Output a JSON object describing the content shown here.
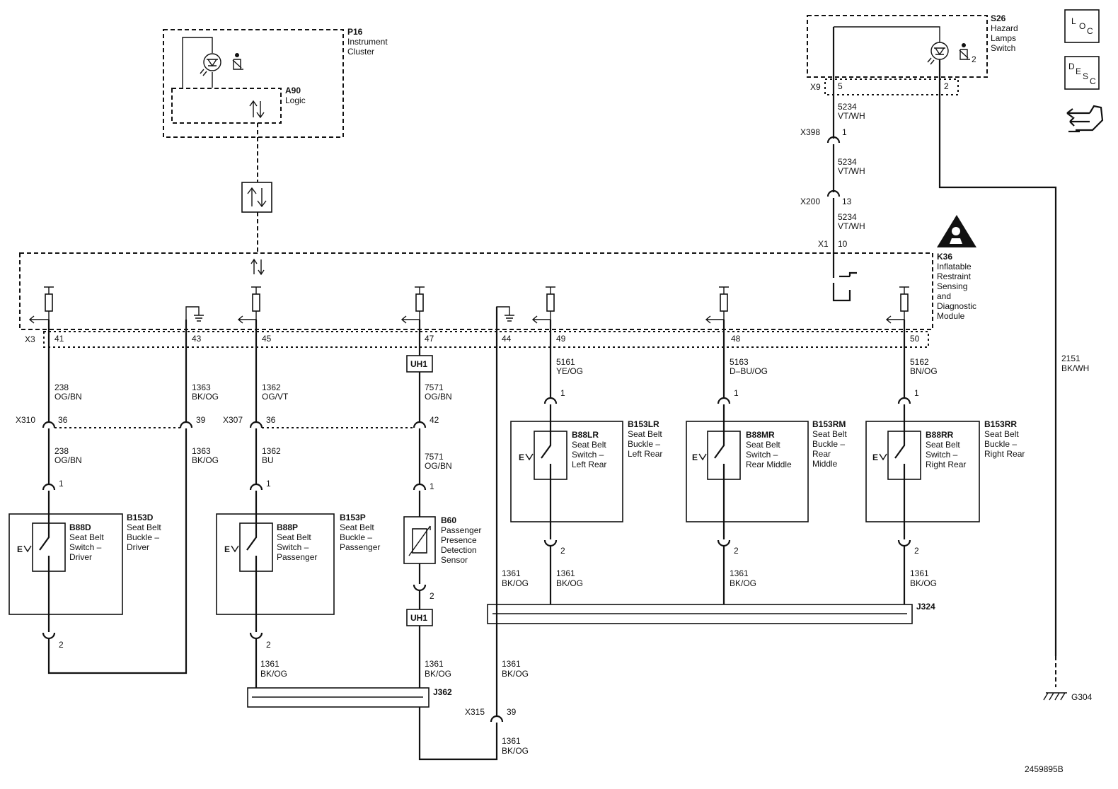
{
  "components": {
    "p16": {
      "id": "P16",
      "name_lines": [
        "Instrument",
        "Cluster"
      ]
    },
    "a90": {
      "id": "A90",
      "name_lines": [
        "Logic"
      ]
    },
    "s26": {
      "id": "S26",
      "name_lines": [
        "Hazard",
        "Lamps",
        "Switch"
      ]
    },
    "k36": {
      "id": "K36",
      "name_lines": [
        "Inflatable",
        "Restraint",
        "Sensing",
        "and",
        "Diagnostic",
        "Module"
      ]
    },
    "b153d": {
      "id": "B153D",
      "name_lines": [
        "Seat Belt",
        "Buckle –",
        "Driver"
      ]
    },
    "b88d": {
      "id": "B88D",
      "name_lines": [
        "Seat Belt",
        "Switch –",
        "Driver"
      ]
    },
    "b153p": {
      "id": "B153P",
      "name_lines": [
        "Seat Belt",
        "Buckle –",
        "Passenger"
      ]
    },
    "b88p": {
      "id": "B88P",
      "name_lines": [
        "Seat Belt",
        "Switch –",
        "Passenger"
      ]
    },
    "b60": {
      "id": "B60",
      "name_lines": [
        "Passenger",
        "Presence",
        "Detection",
        "Sensor"
      ]
    },
    "b153lr": {
      "id": "B153LR",
      "name_lines": [
        "Seat Belt",
        "Buckle –",
        "Left Rear"
      ]
    },
    "b88lr": {
      "id": "B88LR",
      "name_lines": [
        "Seat Belt",
        "Switch –",
        "Left Rear"
      ]
    },
    "b153rm": {
      "id": "B153RM",
      "name_lines": [
        "Seat Belt",
        "Buckle –",
        "Rear",
        "Middle"
      ]
    },
    "b88mr": {
      "id": "B88MR",
      "name_lines": [
        "Seat Belt",
        "Switch –",
        "Rear Middle"
      ]
    },
    "b153rr": {
      "id": "B153RR",
      "name_lines": [
        "Seat Belt",
        "Buckle –",
        "Right Rear"
      ]
    },
    "b88rr": {
      "id": "B88RR",
      "name_lines": [
        "Seat Belt",
        "Switch –",
        "Right Rear"
      ]
    }
  },
  "wires": {
    "w5234": [
      "5234",
      "VT/WH"
    ],
    "w2151": [
      "2151",
      "BK/WH"
    ],
    "w238": [
      "238",
      "OG/BN"
    ],
    "w1363": [
      "1363",
      "BK/OG"
    ],
    "w1362a": [
      "1362",
      "OG/VT"
    ],
    "w1362b": [
      "1362",
      "BU"
    ],
    "w7571": [
      "7571",
      "OG/BN"
    ],
    "w5161": [
      "5161",
      "YE/OG"
    ],
    "w5163": [
      "5163",
      "D–BU/OG"
    ],
    "w5162": [
      "5162",
      "BN/OG"
    ],
    "w1361": [
      "1361",
      "BK/OG"
    ]
  },
  "connectors": {
    "x9": "X9",
    "x398": "X398",
    "x200": "X200",
    "x1": "X1",
    "x3": "X3",
    "x310": "X310",
    "x307": "X307",
    "x315": "X315",
    "uh1": "UH1"
  },
  "pins": {
    "x9_5": "5",
    "x9_2": "2",
    "x398_1": "1",
    "x200_13": "13",
    "x1_10": "10",
    "x3_41": "41",
    "x3_43": "43",
    "x3_45": "45",
    "x3_47": "47",
    "x3_44": "44",
    "x3_49": "49",
    "x3_48": "48",
    "x3_50": "50",
    "x310_36": "36",
    "x310_39": "39",
    "x307_36": "36",
    "x307_42": "42",
    "x315_39": "39",
    "p1": "1",
    "p2": "2",
    "s26_2": "2"
  },
  "splices": {
    "j362": "J362",
    "j324": "J324"
  },
  "grounds": {
    "g304": "G304"
  },
  "nav": {
    "loc_letters": [
      "L",
      "O",
      "C"
    ],
    "desc_letters": [
      "D",
      "E",
      "S",
      "C"
    ]
  },
  "figure_id": "2459895B"
}
